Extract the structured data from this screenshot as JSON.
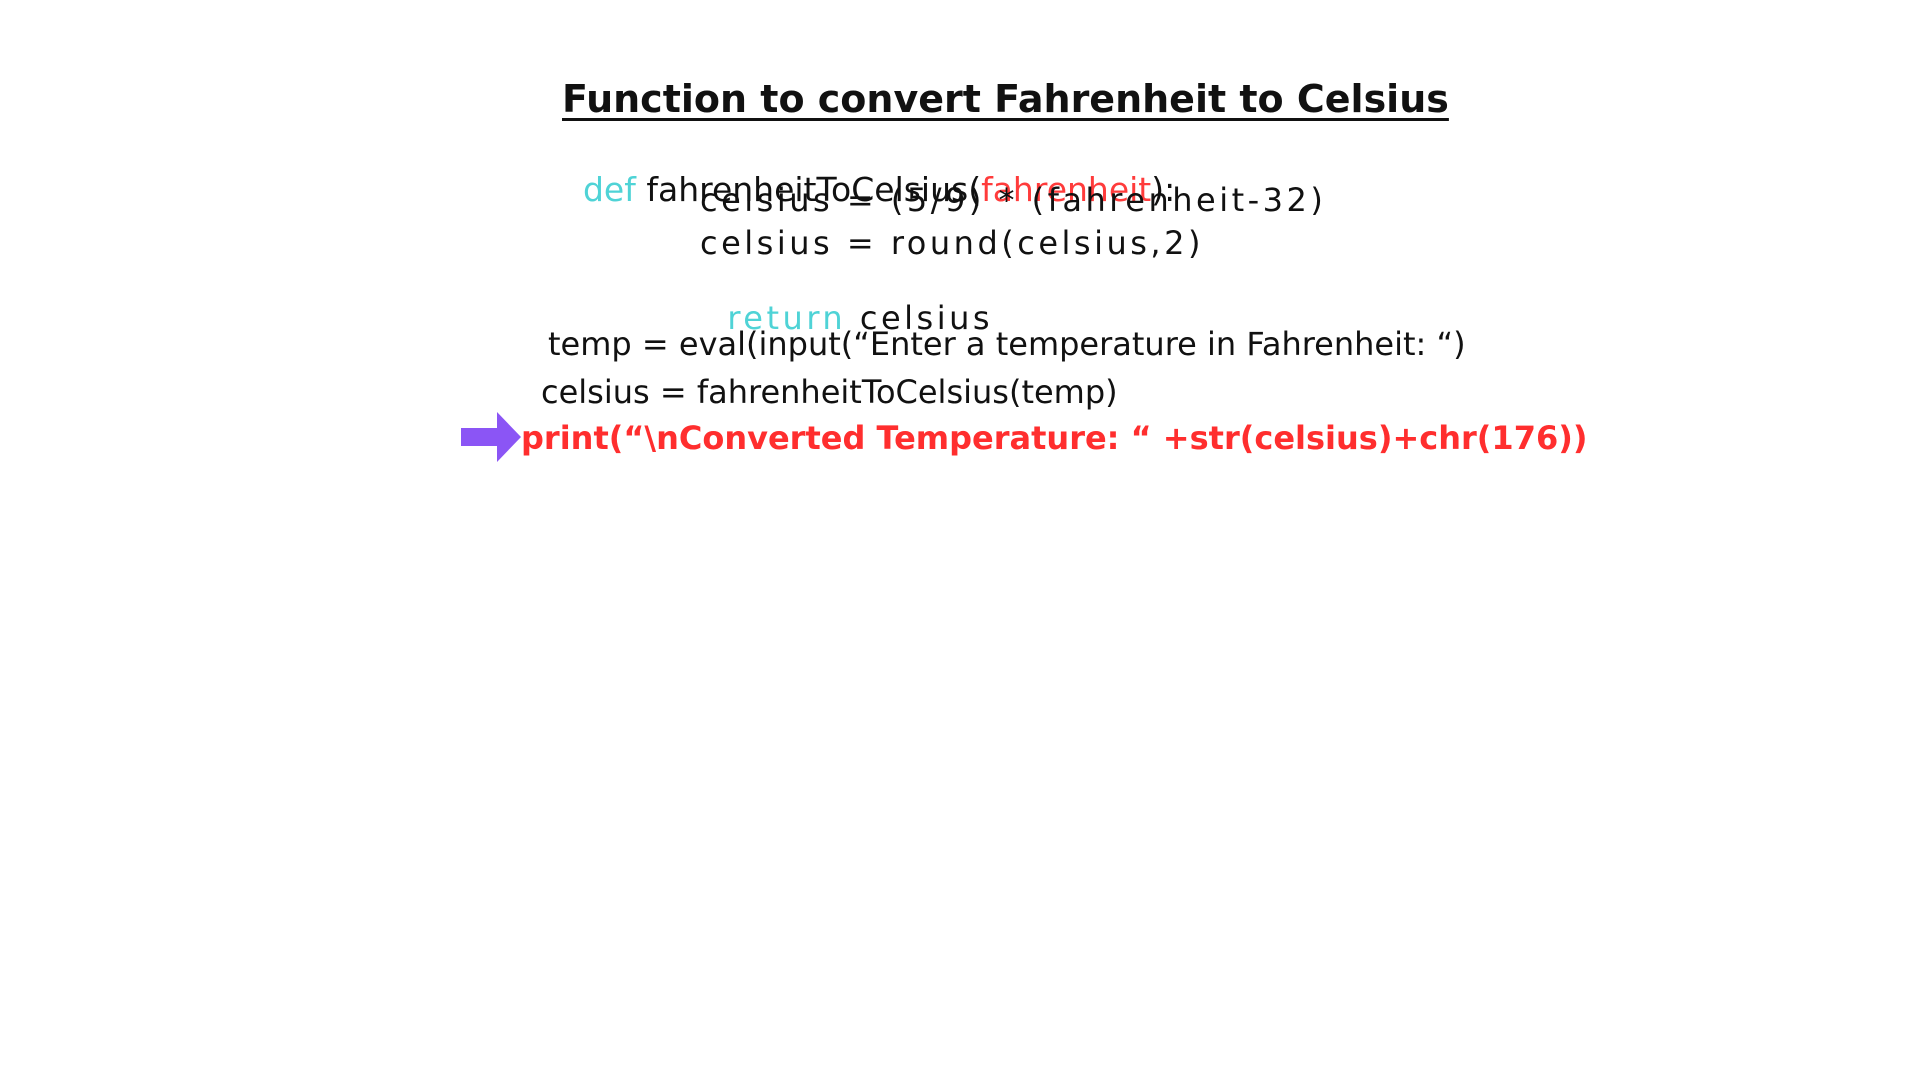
{
  "title": "Function to convert Fahrenheit to Celsius",
  "colors": {
    "keyword": "#4fd3d6",
    "param": "#ff3b3b",
    "print": "#ff2e2e",
    "arrow": "#8b55f5",
    "text": "#111111"
  },
  "code": {
    "def_keyword": "def",
    "func_name": " fahrenheitToCelsius(",
    "param": "fahrenheit",
    "def_end": "):",
    "body_line1": "celsius = (5/9) * (fahrenheit-32)",
    "body_line2": "celsius = round(celsius,2)",
    "return_keyword": "return",
    "return_value": " celsius",
    "line_temp": "temp = eval(input(“Enter a temperature in Fahrenheit: “)",
    "line_celsius": "celsius = fahrenheitToCelsius(temp)",
    "line_print": "print(“\\nConverted Temperature: “ +str(celsius)+chr(176))"
  },
  "arrow_icon": "right-arrow-icon"
}
